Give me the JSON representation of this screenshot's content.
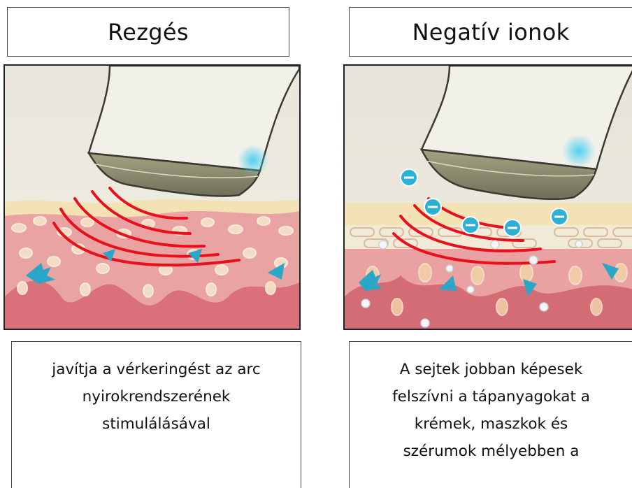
{
  "panels": [
    {
      "title": "Rezgés",
      "description_lines": [
        "javítja a vérkeringést az arc",
        "nyirokrendszerének",
        "stimulálásával"
      ]
    },
    {
      "title": "Negatív ionok",
      "description_lines": [
        "A sejtek jobban képesek",
        "felszívni a tápanyagokat a",
        "krémek, maszkok és",
        "szérumok mélyebben a"
      ]
    }
  ],
  "colors": {
    "skin_top": "#f3e2b4",
    "skin_tissue": "#eaa3a3",
    "skin_deep": "#d9707a",
    "wave_red": "#e8101c",
    "arrow_blue": "#2aa6c8",
    "ion_blue": "#2db0d6",
    "device_body": "#e6e6dc",
    "device_head": "#8c8c6c"
  },
  "icons": [
    "ultrasound-head-icon",
    "vibration-wave-icon",
    "flow-arrow-icon",
    "negative-ion-icon"
  ]
}
